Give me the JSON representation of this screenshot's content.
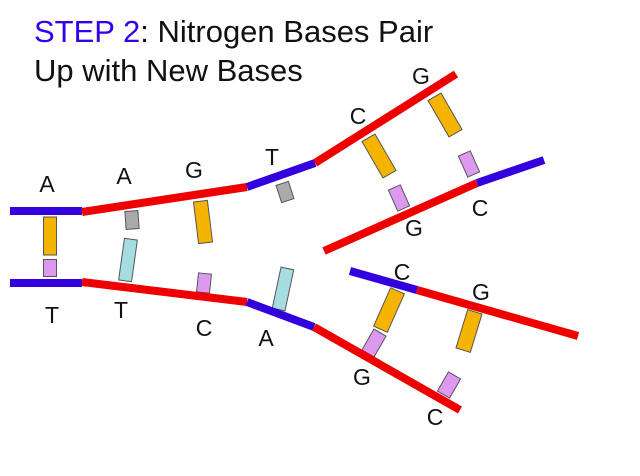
{
  "title": {
    "step_label": "STEP 2",
    "rest_line1": ": Nitrogen Bases Pair",
    "line2": "Up with New Bases"
  },
  "colors": {
    "step_label": "#3300ee",
    "backbone_red": "#ee0000",
    "backbone_blue": "#3300dd",
    "base_A": "#f4b400",
    "base_T": "#a6dde0",
    "base_G": "#f4b400",
    "base_C": "#dd99f0",
    "base_gray": "#aaaaaa",
    "outline": "#555555"
  },
  "labels": {
    "top_strand": [
      "A",
      "A",
      "G",
      "T"
    ],
    "bottom_strand": [
      "T",
      "T",
      "C",
      "A"
    ],
    "upper_branch": [
      "C",
      "G",
      "G",
      "C"
    ],
    "lower_branch": [
      "C",
      "G",
      "G",
      "C"
    ]
  }
}
